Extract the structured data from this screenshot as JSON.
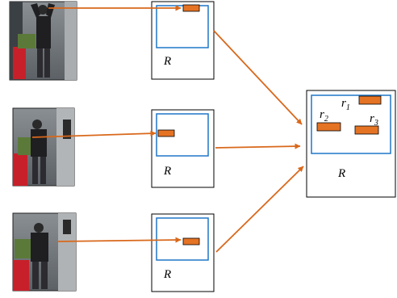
{
  "colors": {
    "arrow": "#d9681b",
    "region_box": "#1f77c8",
    "region_fill": "#e57324",
    "frame": "#000000"
  },
  "frames": [
    {
      "region_label": "R",
      "photo": "person-photo-raised-arms"
    },
    {
      "region_label": "R",
      "photo": "person-photo-side"
    },
    {
      "region_label": "R",
      "photo": "person-photo-front"
    }
  ],
  "merged": {
    "region_label": "R",
    "regions": [
      {
        "label": "r",
        "index": "1"
      },
      {
        "label": "r",
        "index": "2"
      },
      {
        "label": "r",
        "index": "3"
      }
    ]
  }
}
